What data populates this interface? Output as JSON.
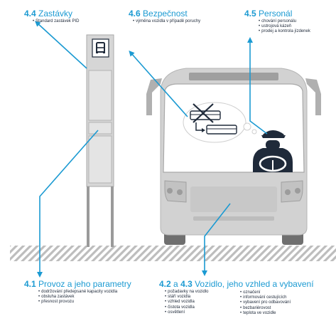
{
  "colors": {
    "accent": "#1b9ad2",
    "bus": "#d2d2d2",
    "bus_dark": "#a9a9a9",
    "hatch": "#bdbdbd",
    "text": "#1f2a3a"
  },
  "icons": [
    "bus-stop-icon",
    "bus-swap-icon",
    "driver-icon"
  ],
  "stops": {
    "num": "4.4",
    "title": "Zastávky",
    "items": [
      "Standard zastávek PID"
    ]
  },
  "safety": {
    "num": "4.6",
    "title": "Bezpečnost",
    "items": [
      "výměna vozidla v případě poruchy"
    ]
  },
  "staff": {
    "num": "4.5",
    "title": "Personál",
    "items": [
      "chování personálu",
      "ustrojová kázeň",
      "prodej a kontrola jízdenek"
    ]
  },
  "operation": {
    "num": "4.1",
    "title": "Provoz a jeho parametry",
    "items": [
      "dodržování předepsané kapacity vozidla",
      "obsluha zastávek",
      "přesnost provozu"
    ]
  },
  "vehicle": {
    "num_a": "4.2",
    "conj": "a",
    "num_b": "4.3",
    "title": "Vozidlo, jeho vzhled a vybavení",
    "items_left": [
      "požadavky na vozidlo",
      "stáří vozidla",
      "vzhled vozidla",
      "čistota vozidla",
      "osvětlení"
    ],
    "items_right": [
      "označení",
      "informování cestujících",
      "vybavení pro odbavování",
      "bezbariérovost",
      "teplota ve vozidle"
    ]
  }
}
